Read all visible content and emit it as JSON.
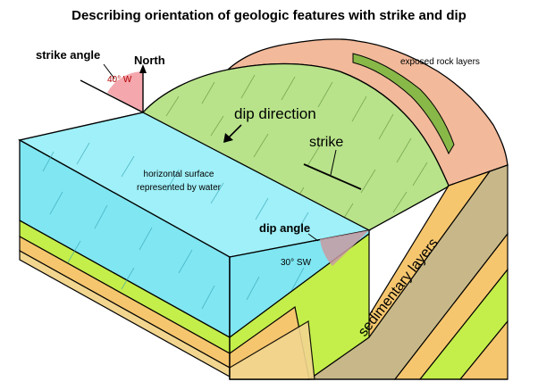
{
  "title": "Describing orientation of geologic features with strike and dip",
  "labels": {
    "strike_angle": "strike angle",
    "north": "North",
    "strike_angle_value": "40° W",
    "exposed_rock": "exposed rock layers",
    "dip_direction": "dip direction",
    "strike": "strike",
    "water_line1": "horizontal surface",
    "water_line2": "represented by water",
    "dip_angle": "dip angle",
    "dip_angle_value": "30° SW",
    "sedimentary": "sedimentary layers"
  },
  "colors": {
    "water": "#7fe6f2",
    "slope": "#b8e38a",
    "rock": "#f2b99a",
    "layer_green": "#c4ee4a",
    "layer_orange": "#f6c66e",
    "layer_tan": "#c8b889",
    "angle_pink": "#f4a7ad",
    "outline": "#000000"
  }
}
